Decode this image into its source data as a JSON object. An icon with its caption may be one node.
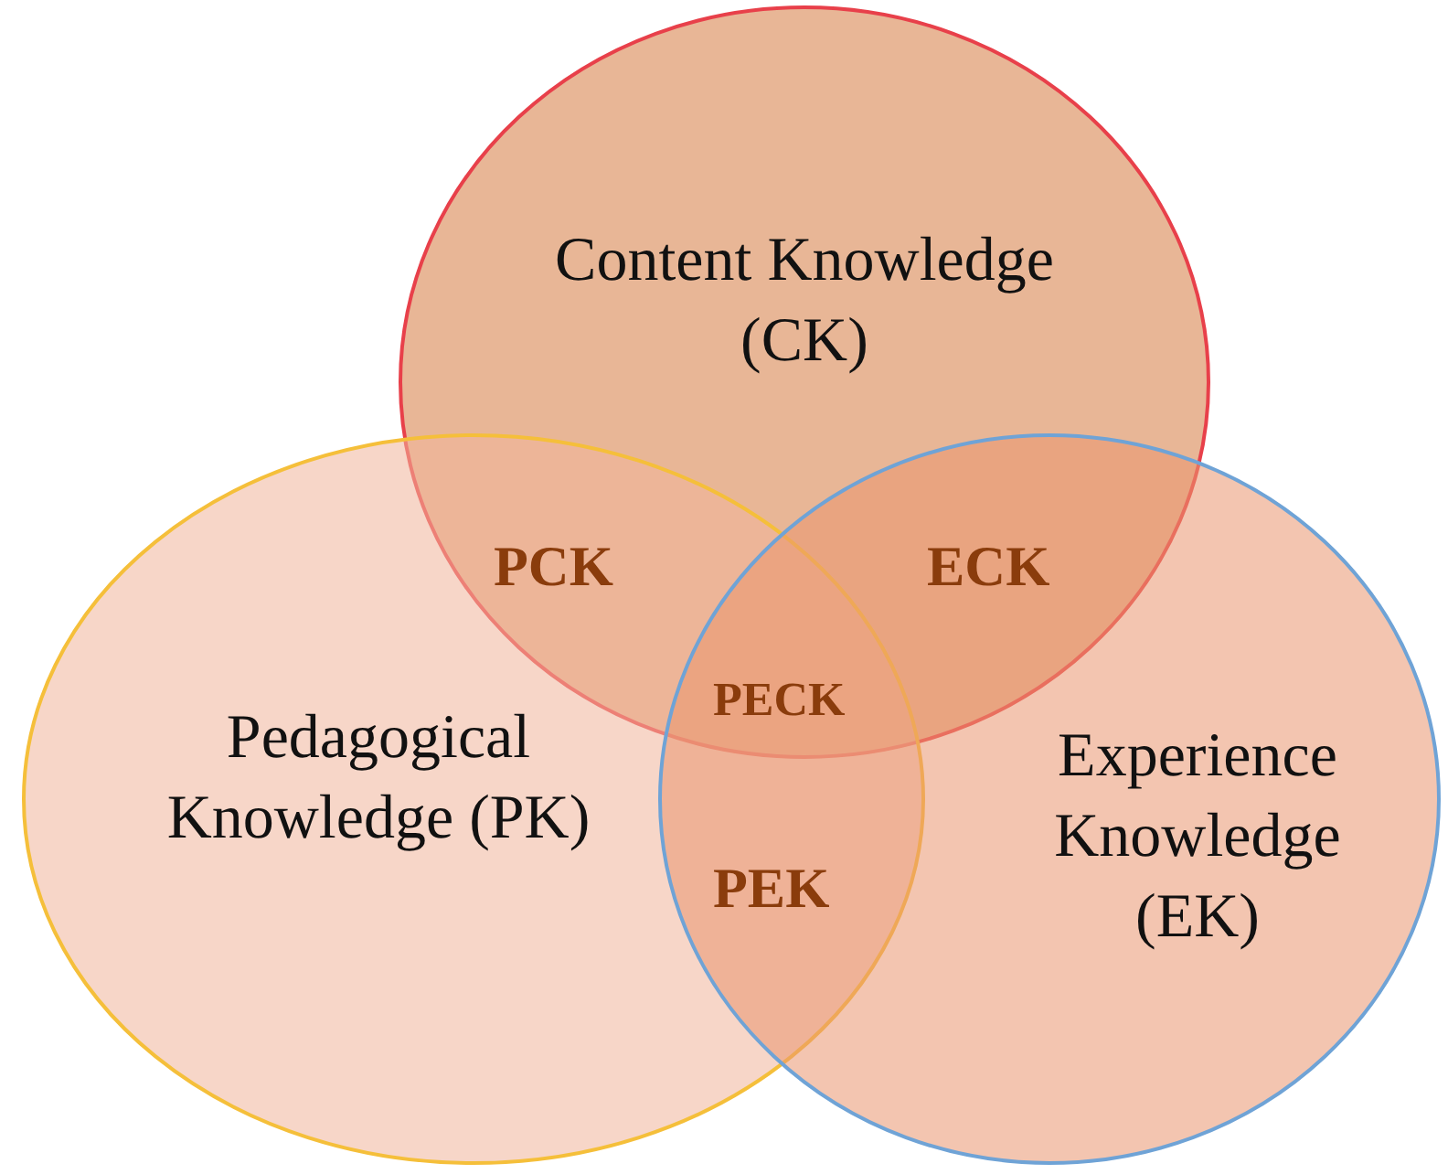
{
  "diagram": {
    "nodes": [
      {
        "text": [
          "Content Knowledge (CK)"
        ]
      },
      {
        "text": [
          "Pedagogical Knowledge (PK)"
        ]
      },
      {
        "text": [
          "Experience Knowledge (EK)"
        ]
      }
    ],
    "labels": [
      "PCK",
      "ECK",
      "PECK",
      "PEK"
    ]
  }
}
